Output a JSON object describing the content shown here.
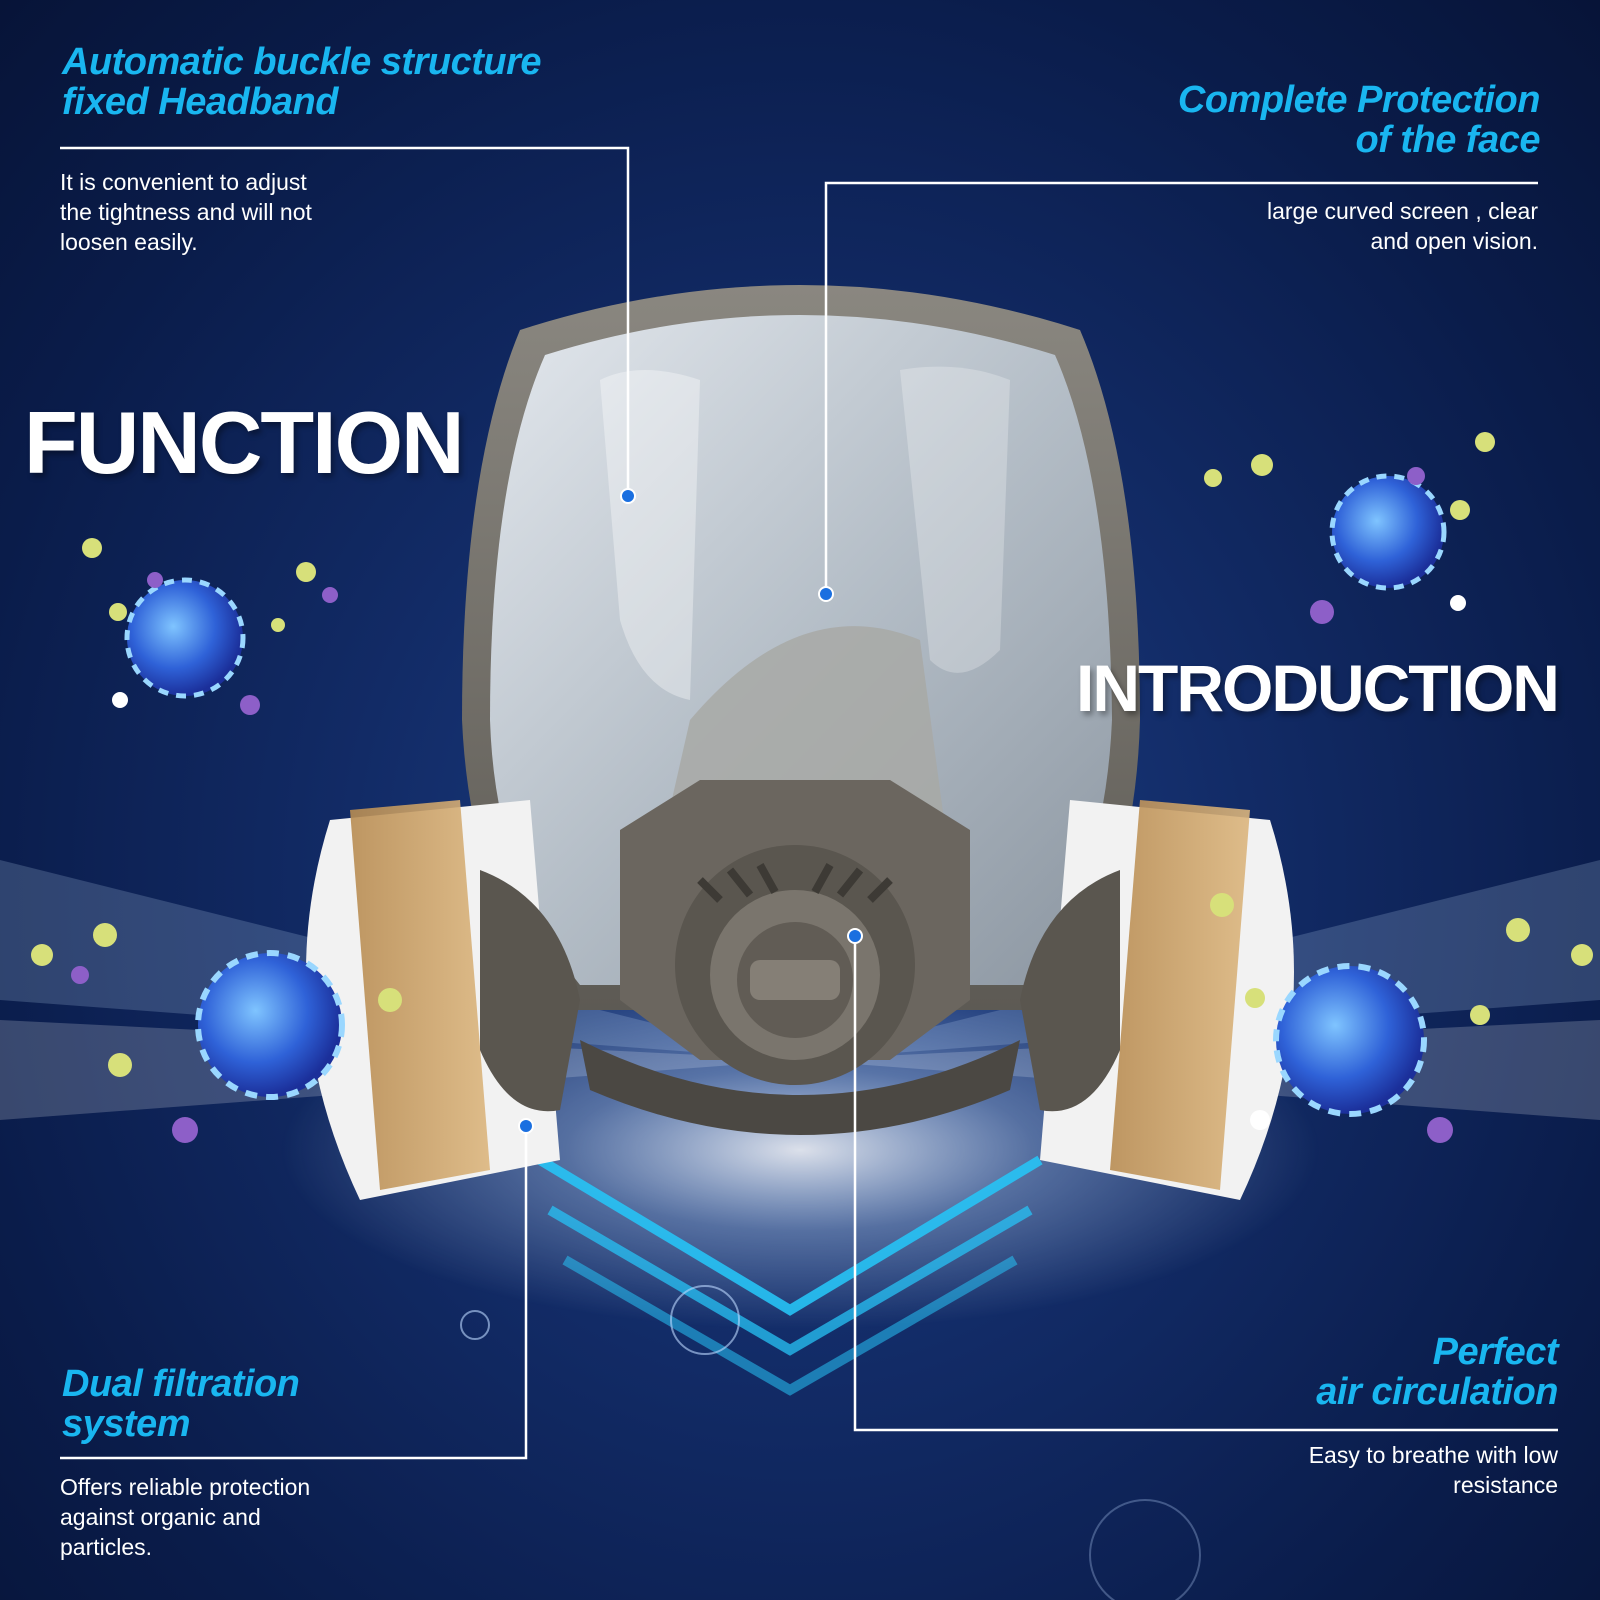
{
  "headings": {
    "function": "FUNCTION",
    "introduction": "INTRODUCTION"
  },
  "features": {
    "headband": {
      "title_line1": "Automatic buckle structure",
      "title_line2": "fixed Headband",
      "desc_line1": "It is convenient to adjust",
      "desc_line2": "the tightness and will not",
      "desc_line3": "loosen easily."
    },
    "protection": {
      "title_line1": "Complete Protection",
      "title_line2": "of the face",
      "desc_line1": "large curved screen , clear",
      "desc_line2": "and open vision."
    },
    "filtration": {
      "title_line1": "Dual filtration",
      "title_line2": "system",
      "desc_line1": "Offers reliable protection",
      "desc_line2": "against organic and",
      "desc_line3": "particles."
    },
    "circulation": {
      "title_line1": "Perfect",
      "title_line2": "air circulation",
      "desc_line1": "Easy to breathe with low",
      "desc_line2": "resistance"
    }
  },
  "colors": {
    "accent": "#19b6f0",
    "dot": "#1a6fe0",
    "line": "#ffffff",
    "background": "#122b66"
  },
  "icons": {
    "product": "full-face-respirator-mask",
    "virus": "virus-particle",
    "airflow": "airflow-chevron"
  }
}
